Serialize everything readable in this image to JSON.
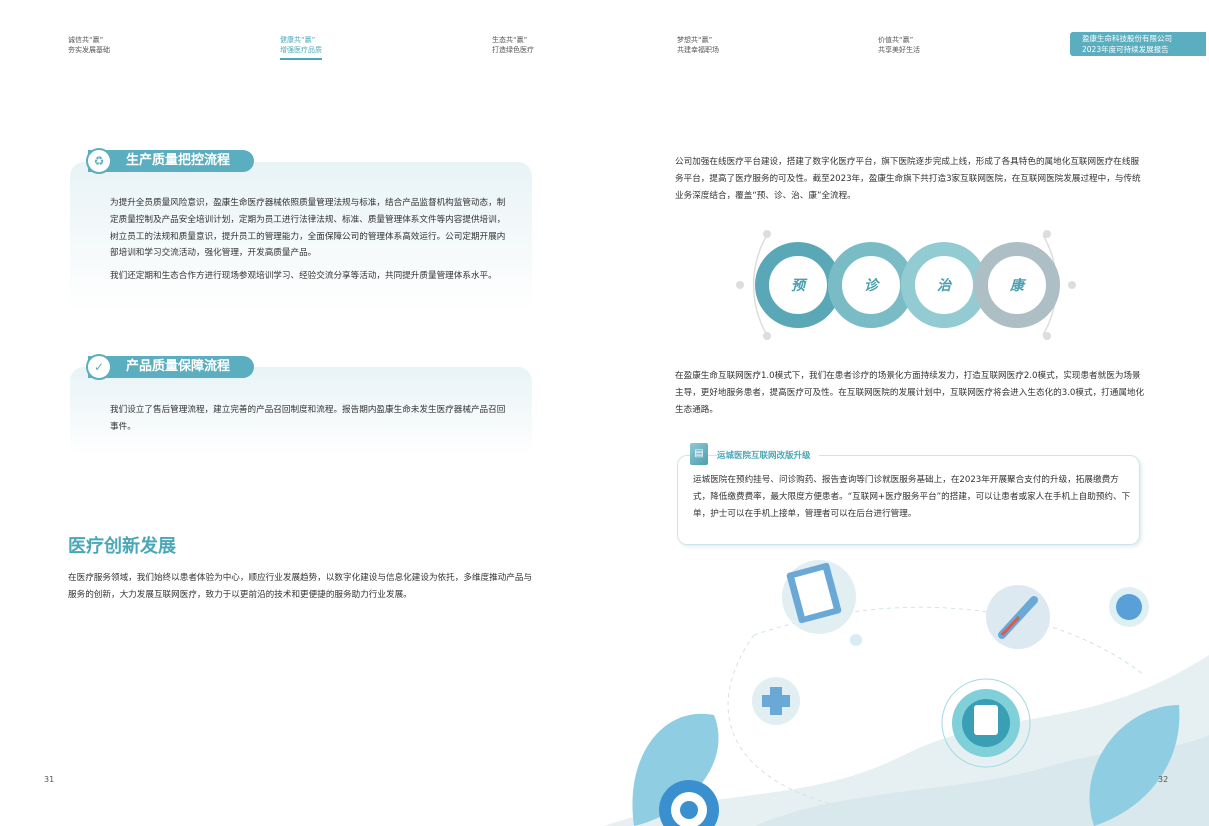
{
  "header": {
    "tabs": [
      {
        "line1": "诚信共“赢”",
        "line2": "夯实发展基础",
        "active": false
      },
      {
        "line1": "健康共“赢”",
        "line2": "增强医疗品质",
        "active": true
      },
      {
        "line1": "生态共“赢”",
        "line2": "打造绿色医疗",
        "active": false
      },
      {
        "line1": "梦想共“赢”",
        "line2": "共建幸福职场",
        "active": false
      },
      {
        "line1": "价值共“赢”",
        "line2": "共享美好生活",
        "active": false
      }
    ],
    "badge": {
      "line1": "盈康生命科技股份有限公司",
      "line2": "2023年度可持续发展报告"
    }
  },
  "left": {
    "section1": {
      "title": "生产质量把控流程",
      "paragraphs": [
        "为提升全员质量风险意识，盈康生命医疗器械依照质量管理法规与标准，结合产品监督机构监管动态，制定质量控制及产品安全培训计划，定期为员工进行法律法规、标准、质量管理体系文件等内容提供培训，树立员工的法规和质量意识，提升员工的管理能力，全面保障公司的管理体系高效运行。公司定期开展内部培训和学习交流活动，强化管理，开发高质量产品。",
        "我们还定期和生态合作方进行现场参观培训学习、经验交流分享等活动，共同提升质量管理体系水平。"
      ]
    },
    "section2": {
      "title": "产品质量保障流程",
      "paragraphs": [
        "我们设立了售后管理流程，建立完善的产品召回制度和流程。报告期内盈康生命未发生医疗器械产品召回事件。"
      ]
    },
    "heading": "医疗创新发展",
    "paragraph": "在医疗服务领域，我们始终以患者体验为中心，顺应行业发展趋势，以数字化建设与信息化建设为依托，多维度推动产品与服务的创新，大力发展互联网医疗，致力于以更前沿的技术和更便捷的服务助力行业发展。",
    "page_number": "31"
  },
  "right": {
    "paragraph1": "公司加强在线医疗平台建设，搭建了数字化医疗平台，旗下医院逐步完成上线，形成了各具特色的属地化互联网医疗在线服务平台，提高了医疗服务的可及性。截至2023年，盈康生命旗下共打造3家互联网医院，在互联网医院发展过程中，与传统业务深度结合，覆盖“预、诊、治、康”全流程。",
    "circles": [
      {
        "label": "预",
        "color": "#5aa8b7"
      },
      {
        "label": "诊",
        "color": "#79bcc6"
      },
      {
        "label": "治",
        "color": "#93cbd3"
      },
      {
        "label": "康",
        "color": "#adbfc4"
      }
    ],
    "paragraph2": "在盈康生命互联网医疗1.0模式下，我们在患者诊疗的场景化方面持续发力，打造互联网医疗2.0模式，实现患者就医为场景主导，更好地服务患者，提高医疗可及性。在互联网医院的发展计划中，互联网医疗将会进入生态化的3.0模式，打通属地化生态通路。",
    "case": {
      "title": "运城医院互联网改版升级",
      "text": "运城医院在预约挂号、问诊购药、报告查询等门诊就医服务基础上，在2023年开展聚合支付的升级，拓展缴费方式，降低缴费费率，最大限度方便患者。“互联网+医疗服务平台”的搭建，可以让患者或家人在手机上自助预约、下单，护士可以在手机上接单，管理者可以在后台进行管理。"
    },
    "page_number": "32"
  }
}
